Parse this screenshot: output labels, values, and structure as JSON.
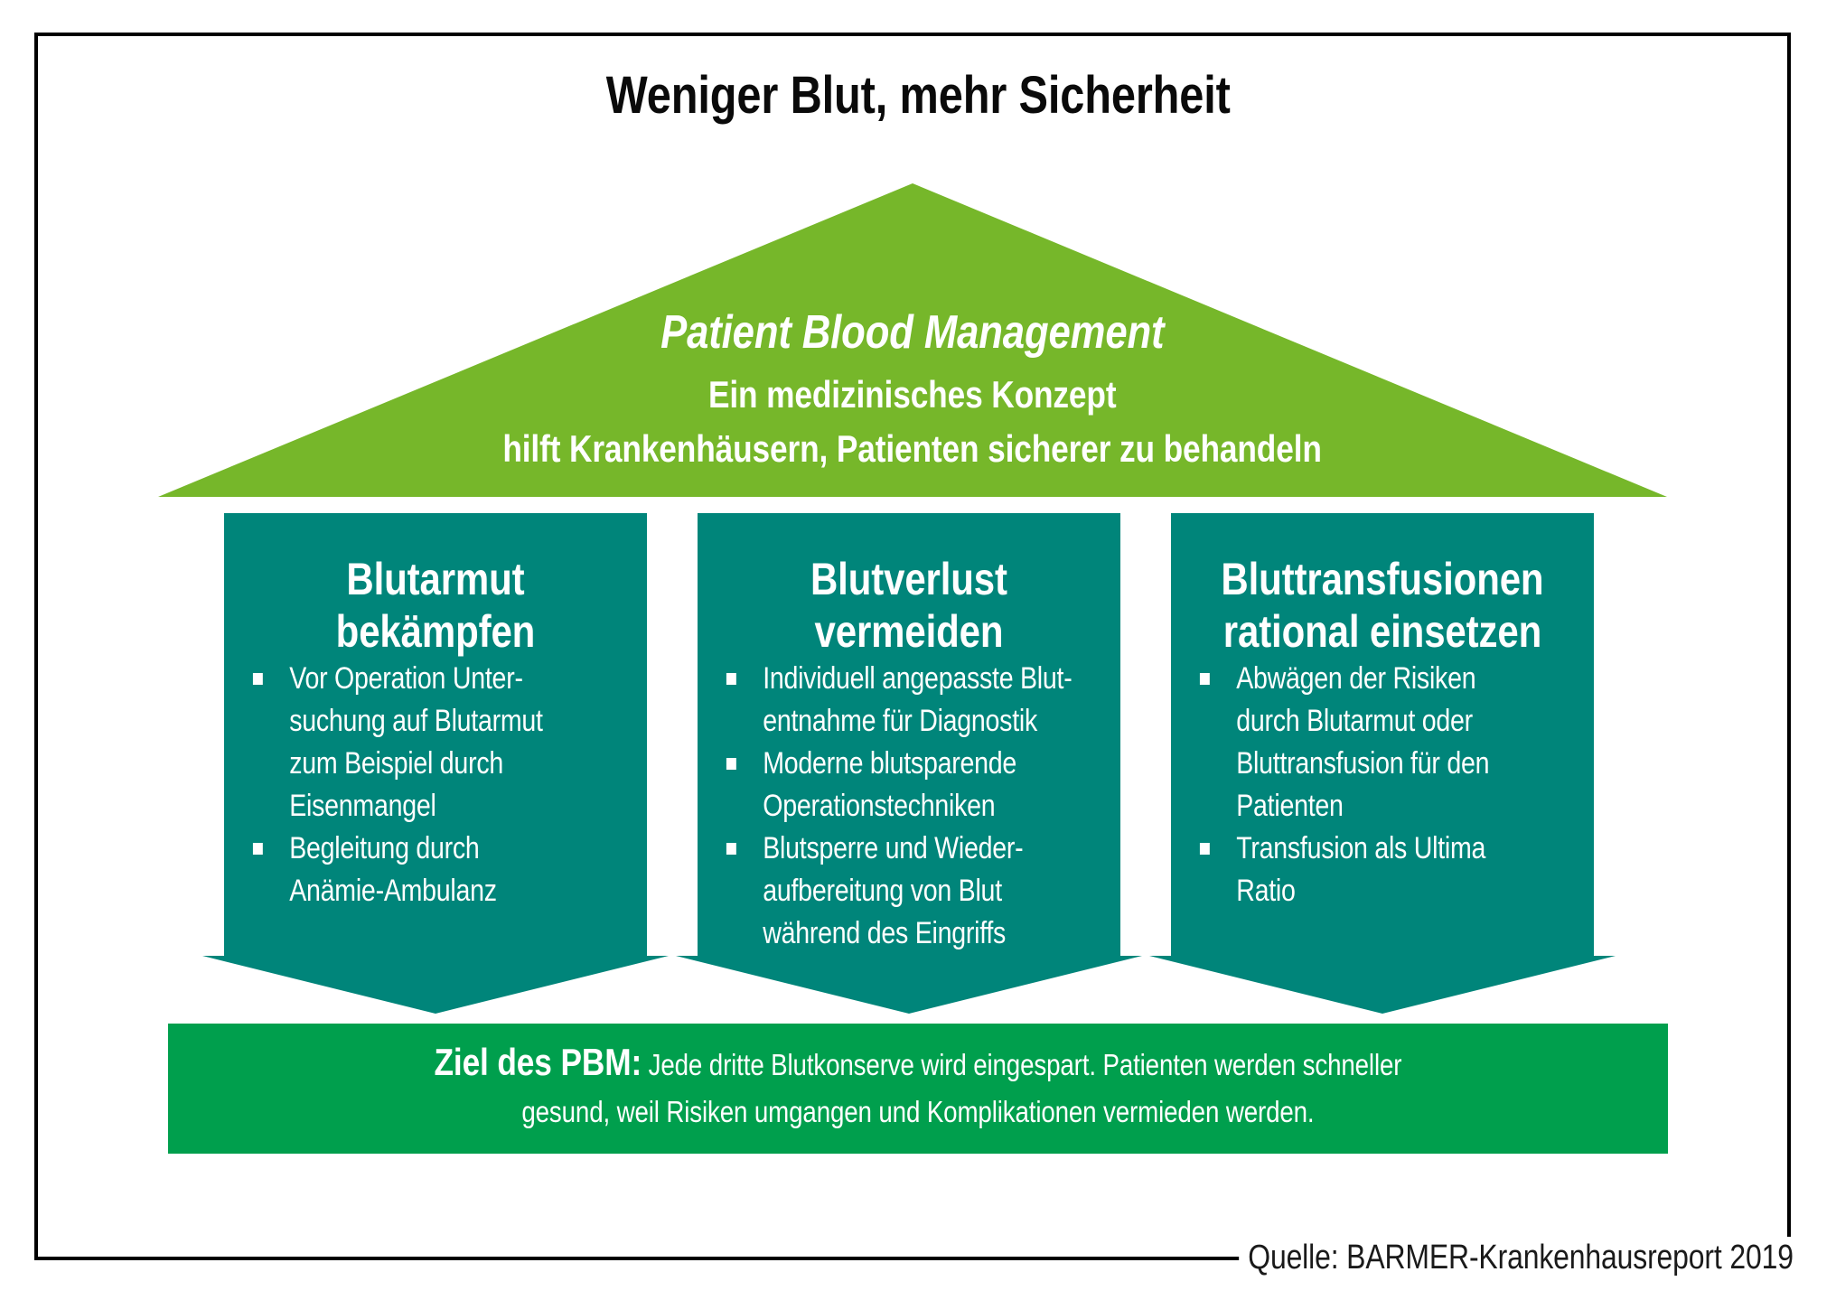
{
  "title": "Weniger Blut, mehr Sicherheit",
  "roof": {
    "heading": "Patient Blood Management",
    "subline1": "Ein medizinisches Konzept",
    "subline2": "hilft Krankenhäusern, Patienten sicherer zu behandeln"
  },
  "columns": [
    {
      "title_line1": "Blutarmut",
      "title_line2": "bekämpfen",
      "bullets": [
        {
          "lines": [
            "Vor Operation Unter-",
            "suchung auf Blutarmut",
            "zum Beispiel durch",
            "Eisenmangel"
          ]
        },
        {
          "lines": [
            "Begleitung durch",
            "Anämie-Ambulanz"
          ]
        }
      ]
    },
    {
      "title_line1": "Blutverlust",
      "title_line2": "vermeiden",
      "bullets": [
        {
          "lines": [
            "Individuell angepasste Blut-",
            "entnahme für Diagnostik"
          ]
        },
        {
          "lines": [
            "Moderne blutsparende",
            "Operationstechniken"
          ]
        },
        {
          "lines": [
            "Blutsperre und Wieder-",
            "aufbereitung von Blut",
            "während des Eingriffs"
          ]
        }
      ]
    },
    {
      "title_line1": "Bluttransfusionen",
      "title_line2": "rational einsetzen",
      "bullets": [
        {
          "lines": [
            "Abwägen der Risiken",
            "durch Blutarmut oder",
            "Bluttransfusion für den",
            "Patienten"
          ]
        },
        {
          "lines": [
            "Transfusion als Ultima",
            "Ratio"
          ]
        }
      ]
    }
  ],
  "goal": {
    "label": "Ziel des PBM:",
    "line1": "Jede dritte Blutkonserve wird eingespart. Patienten werden schneller",
    "line2": "gesund, weil Risiken umgangen und Komplikationen vermieden werden."
  },
  "source": "Quelle: BARMER-Krankenhausreport 2019",
  "colors": {
    "roof_lime_green": "#76B72A",
    "pillar_teal": "#00857A",
    "banner_green": "#009F4D",
    "text_black": "#0A0A0A",
    "text_white": "#FFFFFF"
  }
}
